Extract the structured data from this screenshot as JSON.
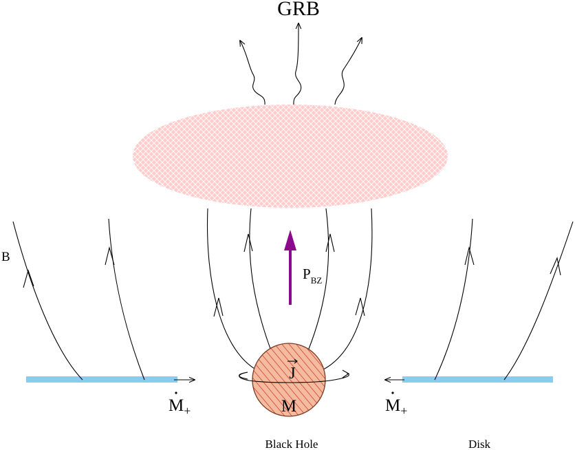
{
  "labels": {
    "grb": "GRB",
    "b_field": "B",
    "p_bz_main": "P",
    "p_bz_sub": "BZ",
    "j_vector": "J",
    "mass": "M",
    "mdot_left_main": "M",
    "mdot_left_sub": "+",
    "mdot_right_main": "M",
    "mdot_right_sub": "+",
    "black_hole": "Black Hole",
    "disk": "Disk"
  },
  "colors": {
    "disk": "#87cdf2",
    "fireball": "#ffcccc",
    "fireball_mesh": "#ffffff",
    "black_hole_fill": "#f4bba0",
    "black_hole_hatch": "#cc3a22",
    "black_hole_outline": "#7a3a20",
    "p_bz_arrow": "#8b0a8b",
    "lines": "#000000"
  }
}
